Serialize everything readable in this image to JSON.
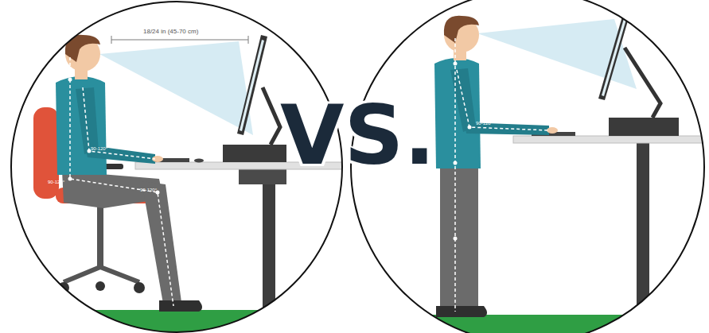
{
  "diagram": {
    "labels": [
      "18/24 in (45-70 cm)",
      "90-120°",
      "90-120°",
      "90-120°",
      "VS.",
      "90-120°"
    ]
  }
}
